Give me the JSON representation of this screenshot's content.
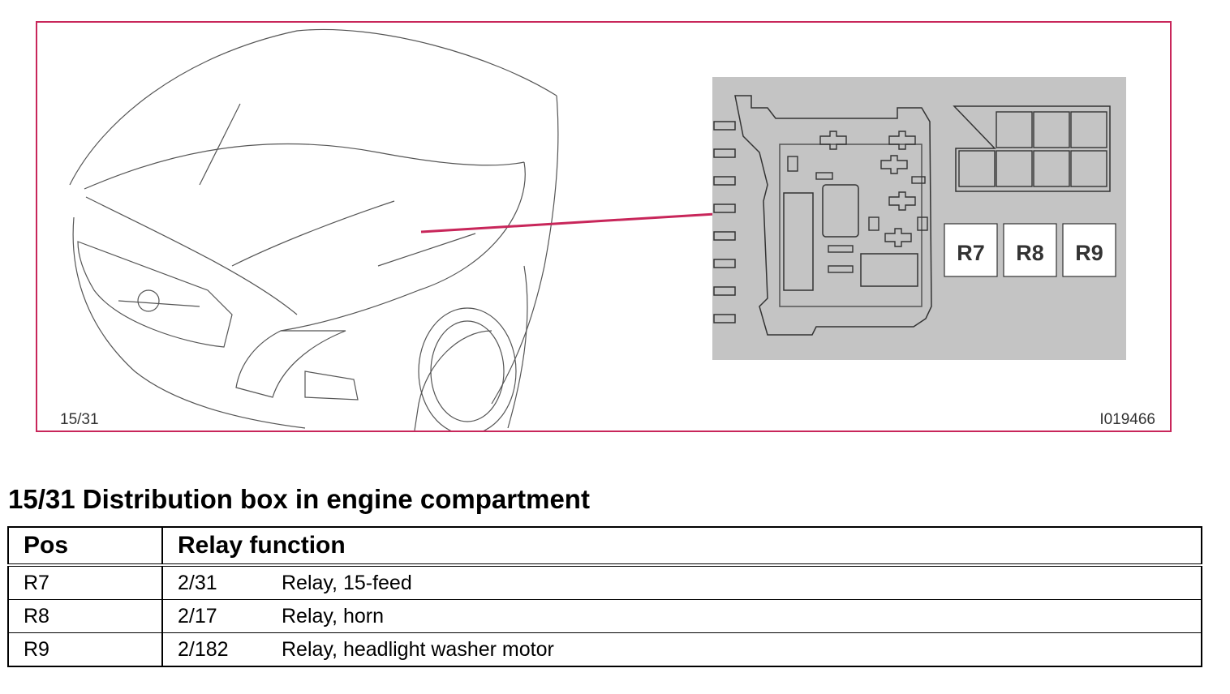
{
  "figure": {
    "number_label": "15/31",
    "image_id": "I019466",
    "relay_slots": [
      "R7",
      "R8",
      "R9"
    ],
    "colors": {
      "frame": "#c8265a",
      "pointer": "#c8265a",
      "panel": "#c4c4c4",
      "line_art": "#4a4a4a"
    }
  },
  "heading": "15/31 Distribution box in engine compartment",
  "table": {
    "headers": {
      "pos": "Pos",
      "function": "Relay function"
    },
    "rows": [
      {
        "pos": "R7",
        "code": "2/31",
        "function": "Relay, 15-feed"
      },
      {
        "pos": "R8",
        "code": "2/17",
        "function": "Relay, horn"
      },
      {
        "pos": "R9",
        "code": "2/182",
        "function": "Relay, headlight washer motor"
      }
    ]
  }
}
